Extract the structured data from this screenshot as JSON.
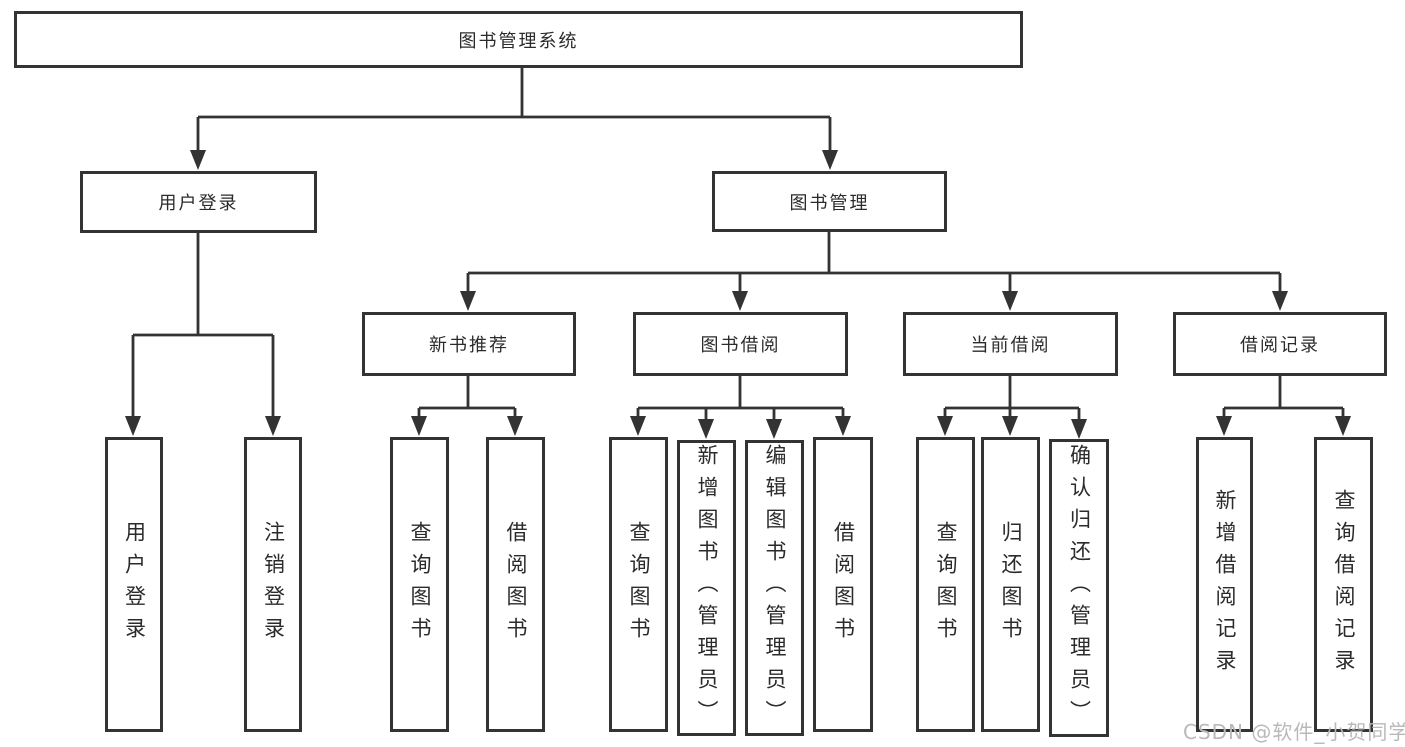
{
  "watermark": "CSDN @软件_小贺同学",
  "colors": {
    "line": "#333333",
    "text": "#2b2b2b",
    "box_background": "#ffffff",
    "watermark": "#b9b9b9"
  },
  "tree": {
    "root": {
      "label": "图书管理系统"
    },
    "branches": [
      {
        "label": "用户登录",
        "children": [
          {
            "label": "用户登录"
          },
          {
            "label": "注销登录"
          }
        ]
      },
      {
        "label": "图书管理",
        "children": [
          {
            "label": "新书推荐",
            "children": [
              {
                "label": "查询图书"
              },
              {
                "label": "借阅图书"
              }
            ]
          },
          {
            "label": "图书借阅",
            "children": [
              {
                "label": "查询图书"
              },
              {
                "label": "新增图书（管理员）"
              },
              {
                "label": "编辑图书（管理员）"
              },
              {
                "label": "借阅图书"
              }
            ]
          },
          {
            "label": "当前借阅",
            "children": [
              {
                "label": "查询图书"
              },
              {
                "label": "归还图书"
              },
              {
                "label": "确认归还（管理员）"
              }
            ]
          },
          {
            "label": "借阅记录",
            "children": [
              {
                "label": "新增借阅记录"
              },
              {
                "label": "查询借阅记录"
              }
            ]
          }
        ]
      }
    ]
  }
}
